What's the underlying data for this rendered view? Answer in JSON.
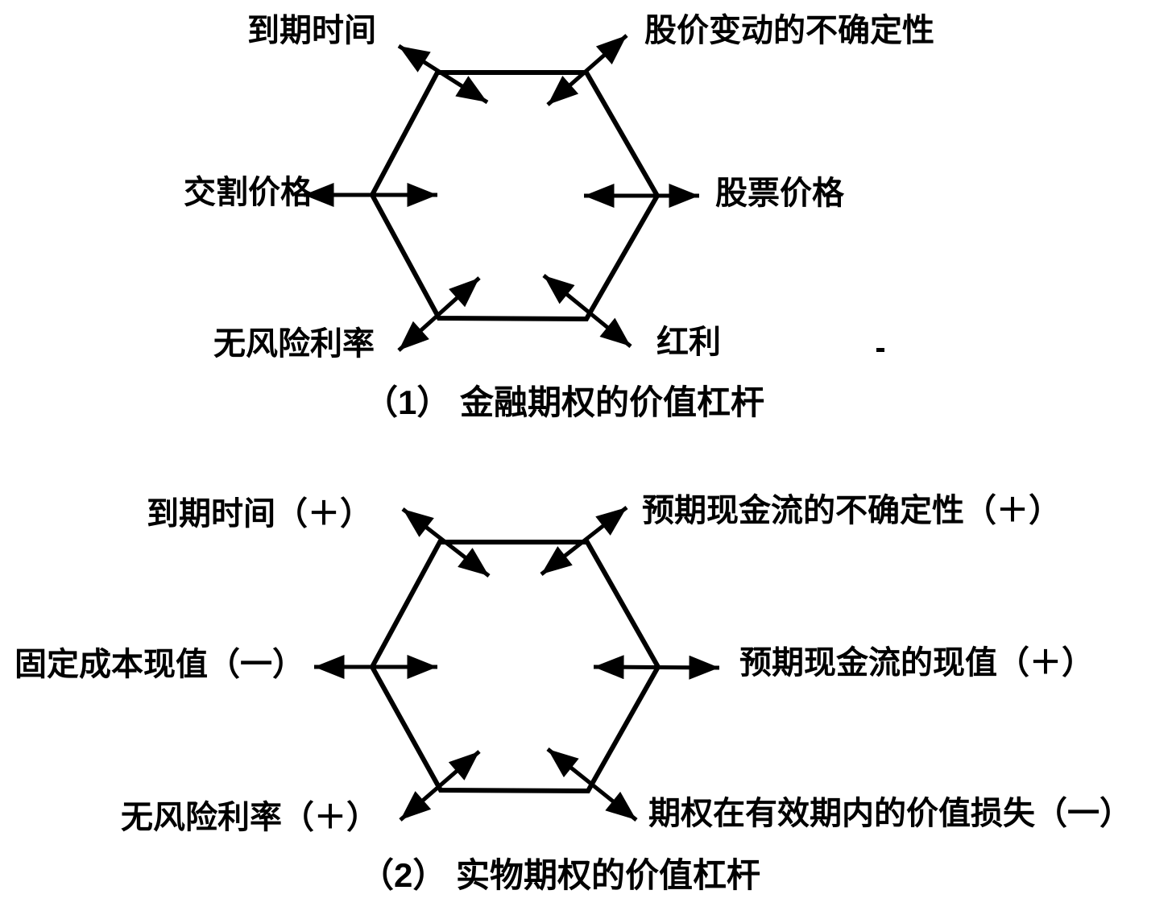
{
  "figure": {
    "background_color": "#ffffff",
    "ink_color": "#000000",
    "shape": "hexagon-with-bidirectional-arrows"
  },
  "diagrams": [
    {
      "id": "financial-option",
      "caption": "（1） 金融期权的价值杠杆",
      "labels": {
        "top_left": "到期时间",
        "top_right": "股价变动的不确定性",
        "left": "交割价格",
        "right": "股票价格",
        "bottom_left": "无风险利率",
        "bottom_right": "红利"
      }
    },
    {
      "id": "real-option",
      "caption": "（2） 实物期权的价值杠杆",
      "labels": {
        "top_left": "到期时间（＋）",
        "top_right": "预期现金流的不确定性（＋）",
        "left": "固定成本现值（一）",
        "right": "预期现金流的现值（＋）",
        "bottom_left": "无风险利率（＋）",
        "bottom_right": "期权在有效期内的价值损失（一）"
      }
    }
  ]
}
